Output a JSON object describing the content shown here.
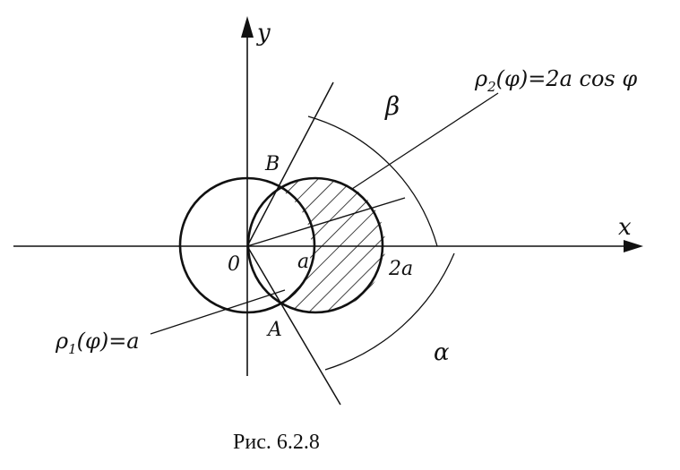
{
  "labels": {
    "y_axis": "y",
    "x_axis": "x",
    "origin": "0",
    "a": "a",
    "two_a": "2a",
    "point_B": "B",
    "point_A": "A",
    "beta": "β",
    "alpha": "α",
    "rho2_base": "ρ",
    "rho2_sub": "2",
    "rho2_expr": "(φ)=2a cos φ",
    "rho1_base": "ρ",
    "rho1_sub": "1",
    "rho1_expr": "(φ)=a"
  },
  "caption": "Рис. 6.2.8",
  "colors": {
    "ink": "#111111",
    "background": "#ffffff"
  }
}
